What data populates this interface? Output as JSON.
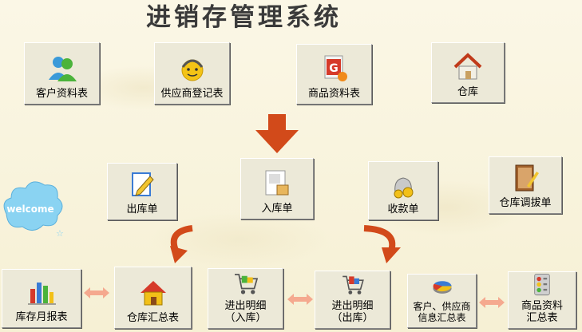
{
  "title": "进销存管理系统",
  "welcome_text": "welcome",
  "buttons": {
    "customer": "客户资料表",
    "supplier": "供应商登记表",
    "product": "商品资料表",
    "warehouse": "仓库",
    "outbound": "出库单",
    "inbound": "入库单",
    "receipt": "收款单",
    "transfer": "仓库调拔单",
    "monthly": "库存月报表",
    "warehouse_summary": "仓库汇总表",
    "detail_in": "进出明细\n（入库）",
    "detail_out": "进出明细\n（出库）",
    "cust_supplier_summary": "客户、供应商\n信息汇总表",
    "product_summary": "商品资料\n汇总表"
  },
  "colors": {
    "arrow": "#d24a1a",
    "pink_arrow": "#f5a98f",
    "cloud": "#8ad3f2"
  }
}
